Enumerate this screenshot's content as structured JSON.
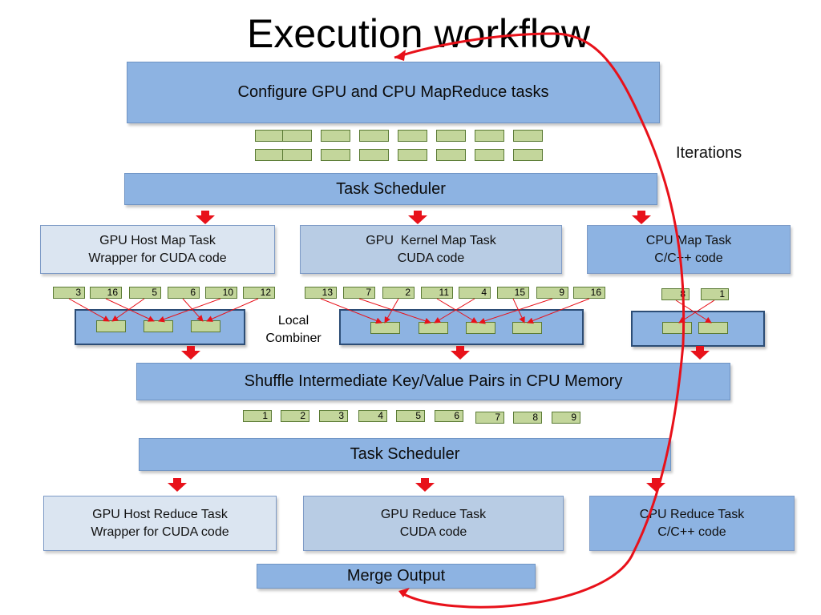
{
  "title": "Execution workflow",
  "configure": "Configure GPU and CPU MapReduce tasks",
  "scheduler1": "Task Scheduler",
  "iterations": "Iterations",
  "map": {
    "gpu_host_line1": "GPU Host Map Task",
    "gpu_host_line2": "Wrapper for CUDA code",
    "gpu_kernel_line1": "GPU  Kernel Map Task",
    "gpu_kernel_line2": "CUDA code",
    "cpu_line1": "CPU Map Task",
    "cpu_line2": "C/C++ code"
  },
  "keys_gpu_host": [
    "3",
    "16",
    "5",
    "6",
    "10",
    "12"
  ],
  "keys_gpu_kernel": [
    "13",
    "7",
    "2",
    "11",
    "4",
    "15",
    "9",
    "16"
  ],
  "keys_cpu": [
    "8",
    "1"
  ],
  "local_combiner_line1": "Local",
  "local_combiner_line2": "Combiner",
  "shuffle": "Shuffle Intermediate Key/Value Pairs in CPU Memory",
  "shuffle_keys": [
    "1",
    "2",
    "3",
    "4",
    "5",
    "6",
    "7",
    "8",
    "9"
  ],
  "scheduler2": "Task Scheduler",
  "reduce": {
    "gpu_host_line1": "GPU Host Reduce Task",
    "gpu_host_line2": "Wrapper for CUDA code",
    "gpu_line1": "GPU Reduce Task",
    "gpu_line2": "CUDA code",
    "cpu_line1": "CPU Reduce Task",
    "cpu_line2": "C/C++ code"
  },
  "merge": "Merge Output",
  "colors": {
    "bar_blue": "#8db3e2",
    "light_box": "#dbe5f1",
    "mid_box": "#b8cce4",
    "chip_green": "#c3d69b",
    "arrow_red": "#e8111a"
  }
}
